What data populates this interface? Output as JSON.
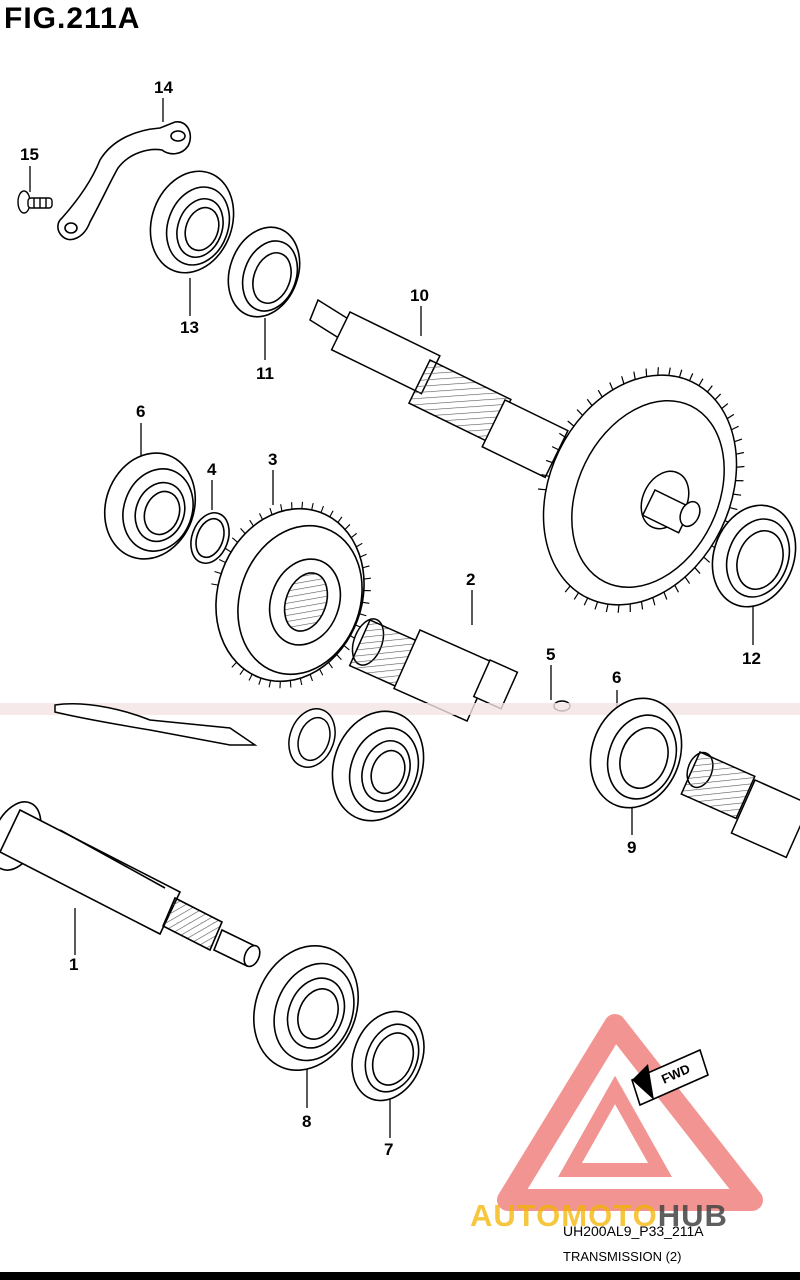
{
  "figure": {
    "title": "FIG.211A",
    "code": "UH200AL9_P33_211A",
    "subtitle": "TRANSMISSION (2)",
    "direction_tag": "FWD"
  },
  "watermark": {
    "part1": "AUTOMOTO",
    "part2": "HUB",
    "colors": {
      "logo": "#e8403a",
      "text1": "#f3b400",
      "text2": "#444444"
    }
  },
  "callouts": [
    {
      "id": "callout-1",
      "label": "1"
    },
    {
      "id": "callout-2",
      "label": "2"
    },
    {
      "id": "callout-3",
      "label": "3"
    },
    {
      "id": "callout-4",
      "label": "4"
    },
    {
      "id": "callout-5",
      "label": "5"
    },
    {
      "id": "callout-6-upper",
      "label": "6"
    },
    {
      "id": "callout-6-lower",
      "label": "6"
    },
    {
      "id": "callout-7",
      "label": "7"
    },
    {
      "id": "callout-8",
      "label": "8"
    },
    {
      "id": "callout-9",
      "label": "9"
    },
    {
      "id": "callout-10",
      "label": "10"
    },
    {
      "id": "callout-11",
      "label": "11"
    },
    {
      "id": "callout-12",
      "label": "12"
    },
    {
      "id": "callout-13",
      "label": "13"
    },
    {
      "id": "callout-14",
      "label": "14"
    },
    {
      "id": "callout-15",
      "label": "15"
    }
  ]
}
